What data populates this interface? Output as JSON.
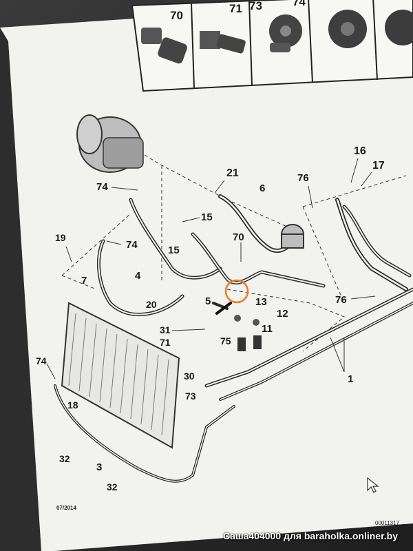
{
  "parts_strip": [
    "70",
    "71",
    "73",
    "74"
  ],
  "callouts": {
    "c1": "1",
    "c3": "3",
    "c4": "4",
    "c5": "5",
    "c6": "6",
    "c7": "7",
    "c11": "11",
    "c12": "12",
    "c13": "13",
    "c15a": "15",
    "c15b": "15",
    "c16": "16",
    "c17": "17",
    "c18": "18",
    "c19": "19",
    "c20": "20",
    "c21": "21",
    "c30": "30",
    "c31": "31",
    "c32a": "32",
    "c32b": "32",
    "c70": "70",
    "c71": "71",
    "c73": "73",
    "c74a": "74",
    "c74b": "74",
    "c74c": "74",
    "c75": "75",
    "c76a": "76",
    "c76b": "76"
  },
  "date_code": "07/2014",
  "ref_code": "00011317",
  "watermark": "Саша404000 для baraholka.onliner.by",
  "colors": {
    "highlight_circle": "#f07820",
    "paper": "#f4f4f0",
    "line": "#2b2b2b"
  }
}
